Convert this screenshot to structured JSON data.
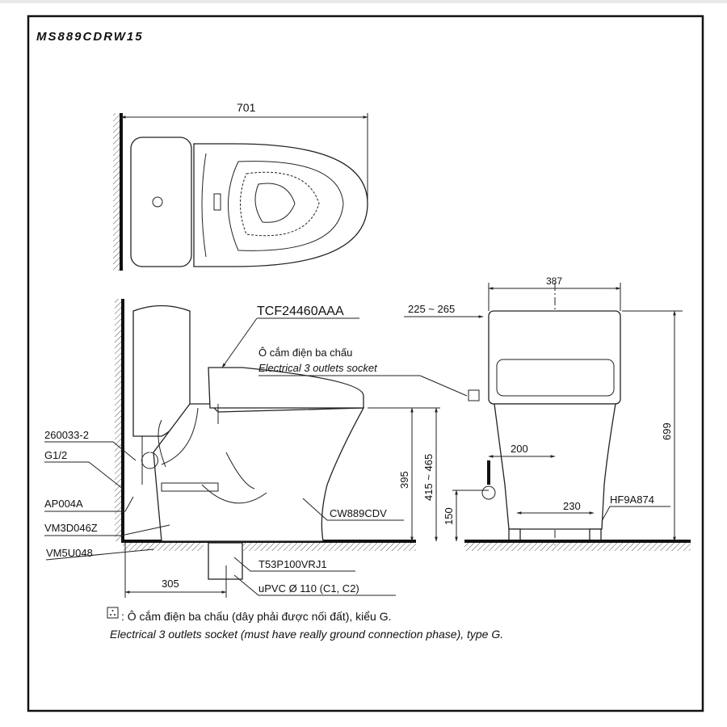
{
  "title": "MS889CDRW15",
  "top_view": {
    "width_dim": "701"
  },
  "side_view": {
    "seat_model": "TCF24460AAA",
    "socket_label_vi": "Ô cắm điện ba chấu",
    "socket_label_en": "Electrical 3 outlets socket",
    "dim_395": "395",
    "dim_415_465": "415 ~ 465",
    "dim_305": "305",
    "parts": {
      "p1": "260033-2",
      "p2": "G1/2",
      "p3": "AP004A",
      "p4": "VM3D046Z",
      "p5": "VM5U048",
      "p6": "T53P100VRJ1",
      "p7": "uPVC Ø 110 (C1, C2)",
      "bowl": "CW889CDV"
    }
  },
  "front_view": {
    "dim_387": "387",
    "dim_225_265": "225 ~ 265",
    "dim_699": "699",
    "dim_200": "200",
    "dim_230": "230",
    "dim_150": "150",
    "part": "HF9A874"
  },
  "footnote": {
    "line_vi": ": Ô cắm điện ba chấu (dây phải được nối đất), kiểu G.",
    "line_en": "Electrical 3 outlets socket (must have really ground connection phase), type G."
  }
}
